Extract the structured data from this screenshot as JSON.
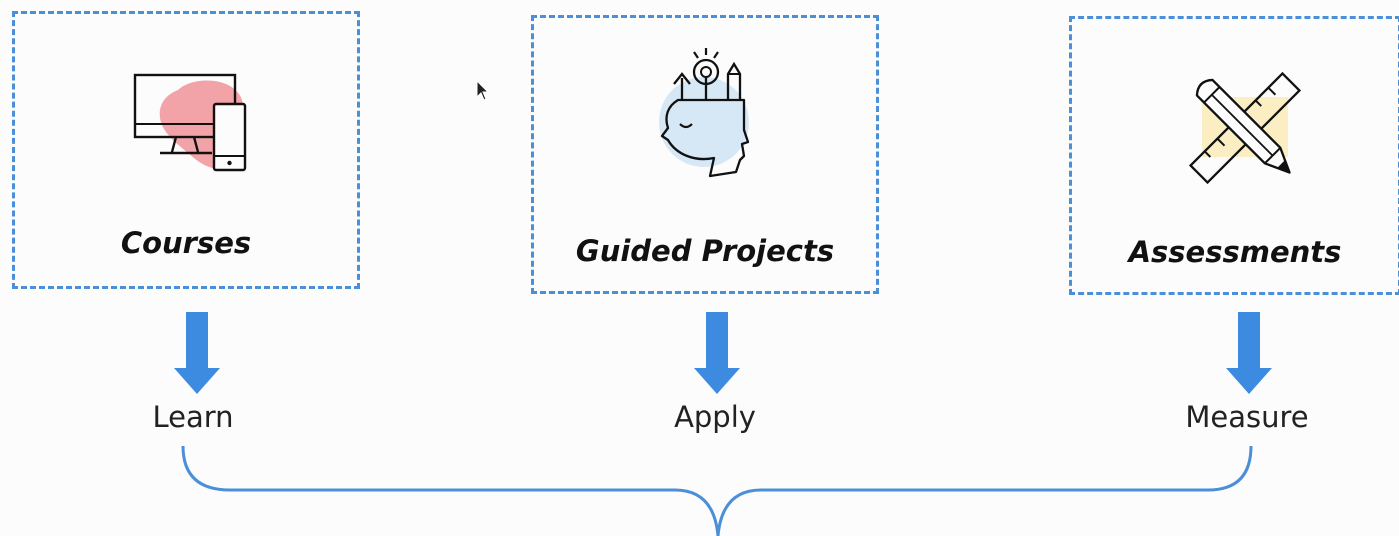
{
  "cards": [
    {
      "title": "Courses",
      "icon": "monitor-phone-icon",
      "accent": "#f1a3a8"
    },
    {
      "title": "Guided Projects",
      "icon": "head-ideas-icon",
      "accent": "#d6e7f5"
    },
    {
      "title": "Assessments",
      "icon": "ruler-pencil-icon",
      "accent": "#fbeec3"
    }
  ],
  "steps": [
    {
      "label": "Learn"
    },
    {
      "label": "Apply"
    },
    {
      "label": "Measure"
    }
  ],
  "colors": {
    "dashed_border": "#4a90d9",
    "arrow": "#3d8be0",
    "brace": "#4a8fd8",
    "text": "#111111"
  }
}
